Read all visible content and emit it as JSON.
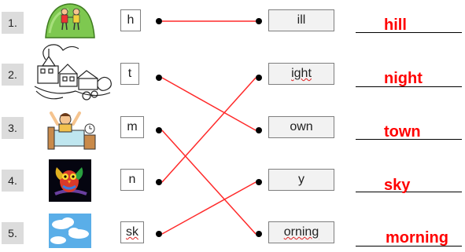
{
  "rows": [
    {
      "number": "1.",
      "onset": "h",
      "rime": "ill",
      "answer": "hill",
      "picture": "hill-with-children-icon"
    },
    {
      "number": "2.",
      "onset": "t",
      "rime": "ight",
      "answer": "night",
      "picture": "town-sketch-icon"
    },
    {
      "number": "3.",
      "onset": "m",
      "rime": "own",
      "answer": "town",
      "picture": "child-waking-in-bed-icon"
    },
    {
      "number": "4.",
      "onset": "n",
      "rime": "y",
      "answer": "sky",
      "picture": "owl-at-night-icon"
    },
    {
      "number": "5.",
      "onset": "sk",
      "rime": "orning",
      "answer": "morning",
      "picture": "clouds-sky-icon"
    }
  ],
  "matches": [
    {
      "from": "h",
      "to": "ill"
    },
    {
      "from": "t",
      "to": "own"
    },
    {
      "from": "m",
      "to": "orning"
    },
    {
      "from": "n",
      "to": "ight"
    },
    {
      "from": "sk",
      "to": "y"
    }
  ],
  "colors": {
    "line": "#ff2a2a",
    "answer": "#ff0000",
    "spellcheck": "#e02020"
  }
}
